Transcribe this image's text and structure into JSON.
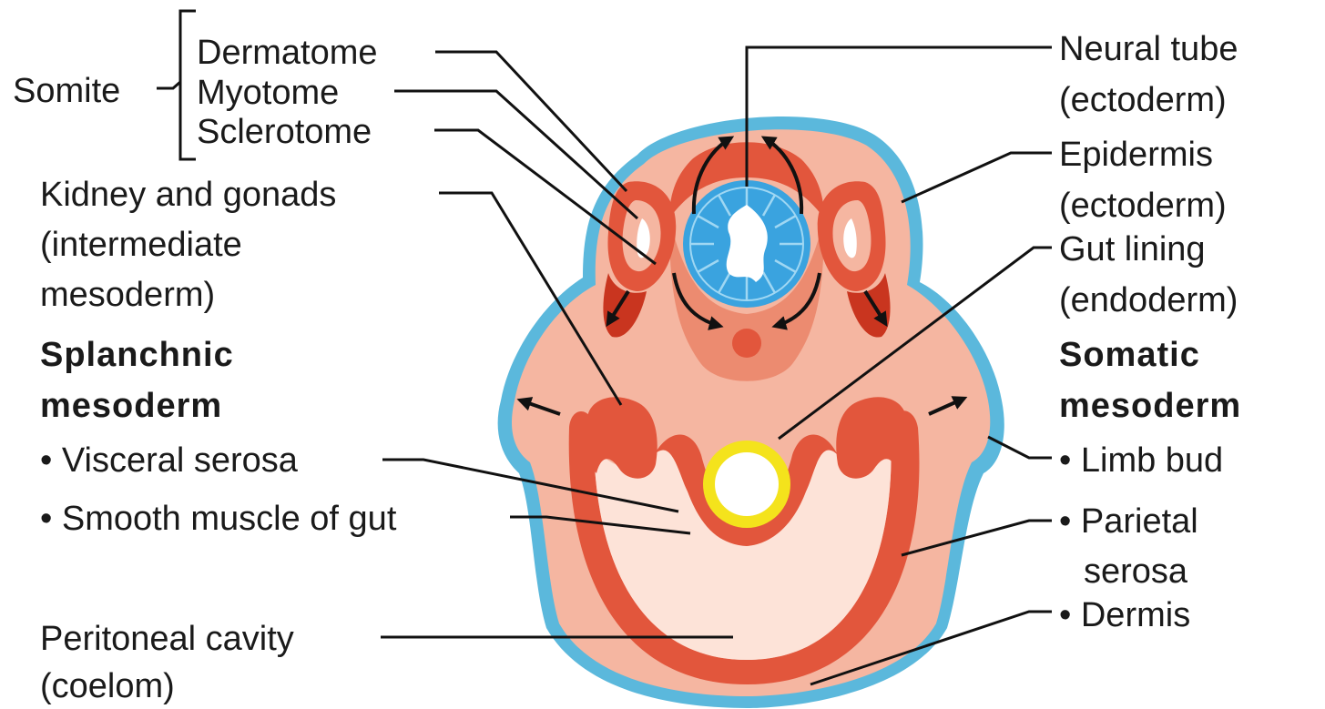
{
  "labels": {
    "somite": "Somite",
    "dermatome": "Dermatome",
    "myotome": "Myotome",
    "sclerotome": "Sclerotome",
    "kidney_l1": "Kidney and gonads",
    "kidney_l2": "(intermediate",
    "kidney_l3": "mesoderm)",
    "splanchnic_l1": "Splanchnic",
    "splanchnic_l2": "mesoderm",
    "visceral_serosa": "• Visceral serosa",
    "smooth_muscle": "• Smooth muscle of gut",
    "peritoneal_l1": "Peritoneal cavity",
    "peritoneal_l2": "(coelom)",
    "neural_tube_l1": "Neural tube",
    "neural_tube_l2": "(ectoderm)",
    "epidermis_l1": "Epidermis",
    "epidermis_l2": "(ectoderm)",
    "gut_lining_l1": "Gut lining",
    "gut_lining_l2": "(endoderm)",
    "somatic_l1": "Somatic",
    "somatic_l2": "mesoderm",
    "limb_bud": "• Limb bud",
    "parietal_l1": "• Parietal",
    "parietal_l2": "serosa",
    "dermis": "• Dermis"
  },
  "colors": {
    "outline": "#5bb8dc",
    "tissue": "#f5b6a1",
    "mesoderm": "#e2563c",
    "mesoderm_dark": "#c9351f",
    "neural_tube": "#3aa3df",
    "gut": "#f4e31c",
    "background": "#ffffff"
  }
}
